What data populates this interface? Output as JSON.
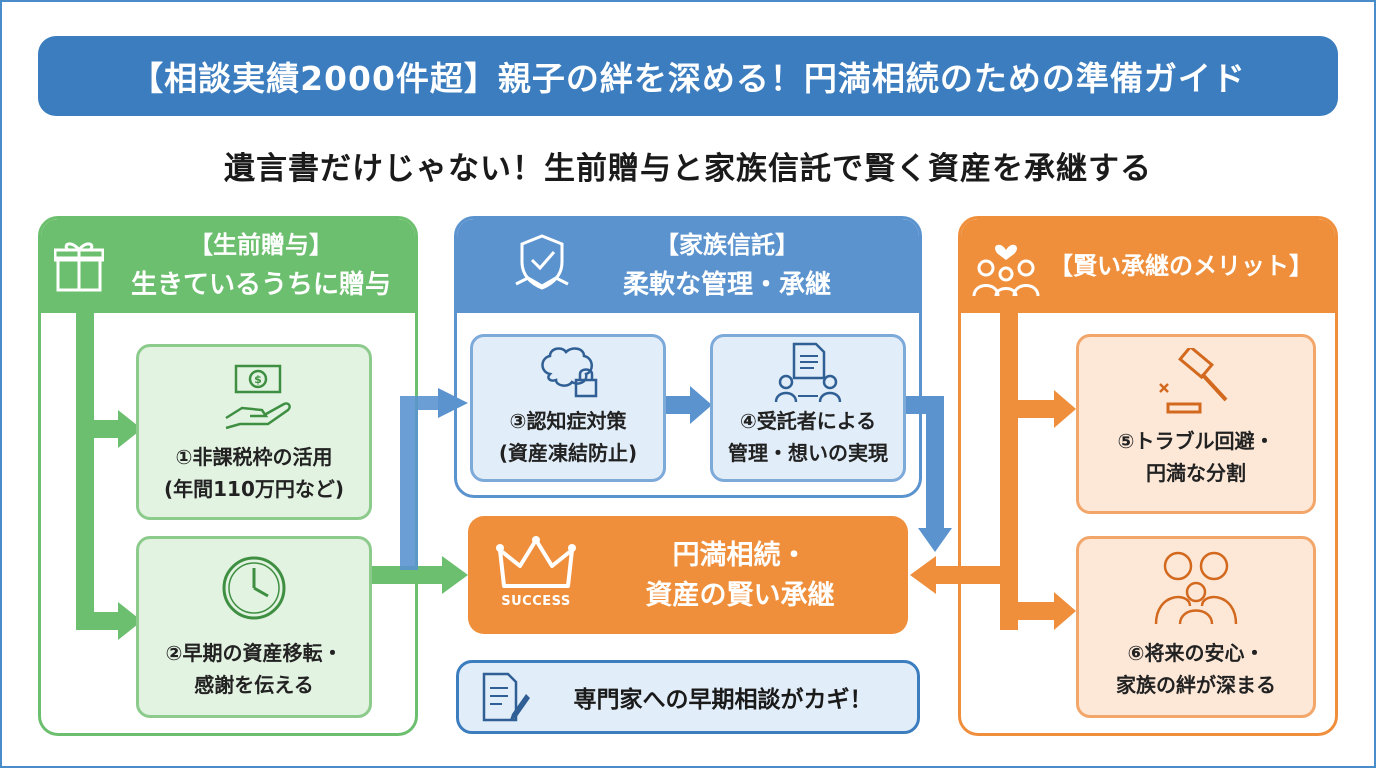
{
  "title": "【相談実績2000件超】親子の絆を深める！円満相続のための準備ガイド",
  "subtitle": "遺言書だけじゃない！生前贈与と家族信託で賢く資産を承継する",
  "green": {
    "header_line1": "【生前贈与】",
    "header_line2": "生きているうちに贈与",
    "card1_line1": "①非課税枠の活用",
    "card1_line2": "(年間110万円など)",
    "card2_line1": "②早期の資産移転・",
    "card2_line2": "感謝を伝える"
  },
  "blue": {
    "header_line1": "【家族信託】",
    "header_line2": "柔軟な管理・承継",
    "card3_line1": "③認知症対策",
    "card3_line2": "(資産凍結防止)",
    "card4_line1": "④受託者による",
    "card4_line2": "管理・想いの実現"
  },
  "orange": {
    "header": "【賢い承継のメリット】",
    "card5_line1": "⑤トラブル回避・",
    "card5_line2": "円満な分割",
    "card6_line1": "⑥将来の安心・",
    "card6_line2": "家族の絆が深まる"
  },
  "center": {
    "success_line1": "円満相続・",
    "success_line2": "資産の賢い承継",
    "success_label": "SUCCESS",
    "key_message": "専門家への早期相談がカギ！"
  },
  "colors": {
    "title_blue": "#3b7dbf",
    "green": "#6cbf6e",
    "blue": "#5b93cf",
    "orange": "#ef8f3c"
  }
}
